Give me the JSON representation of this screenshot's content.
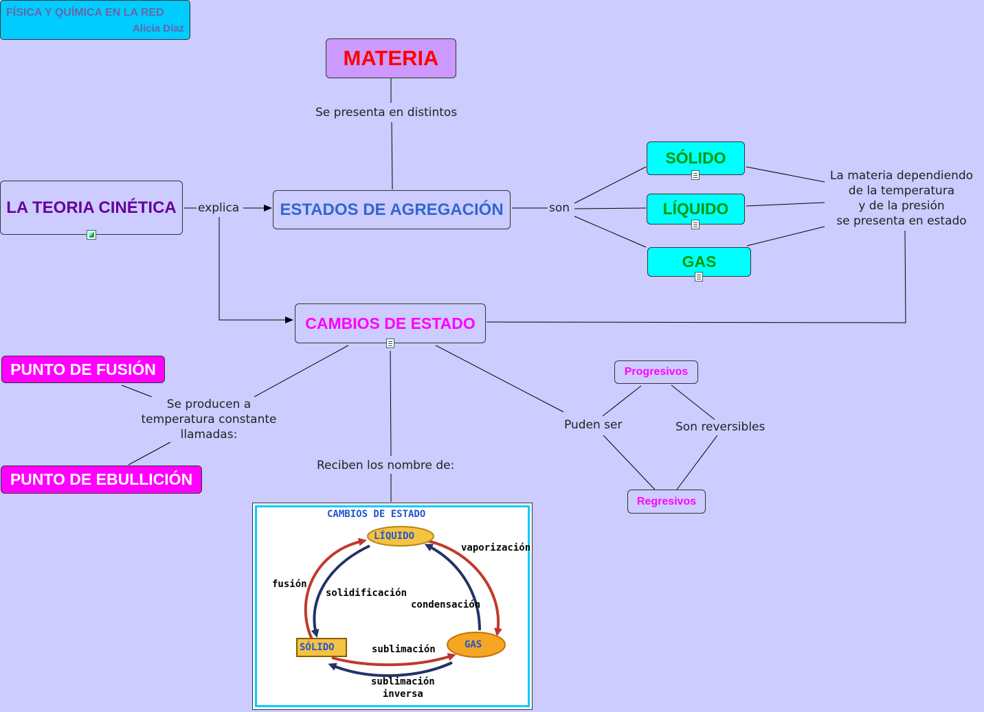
{
  "header": {
    "title": "FÍSICA Y QUÍMICA EN LA RED",
    "author": "Alicia Díaz"
  },
  "nodes": {
    "materia": "MATERIA",
    "estados": "ESTADOS DE AGREGACIÓN",
    "teoria": "LA TEORIA CINÉTICA",
    "solido": "SÓLIDO",
    "liquido": "LÍQUIDO",
    "gas": "GAS",
    "cambios": "CAMBIOS DE ESTADO",
    "fusion": "PUNTO DE FUSIÓN",
    "ebullicion": "PUNTO DE EBULLICIÓN",
    "progresivos": "Progresivos",
    "regresivos": "Regresivos"
  },
  "links": {
    "se_presenta": "Se presenta en distintos",
    "explica": "explica",
    "son": "son",
    "materia_dep": [
      "La materia dependiendo",
      "de la temperatura",
      "y de la presión",
      "se presenta en estado"
    ],
    "se_producen": [
      "Se producen a",
      "temperatura constante",
      "llamadas:"
    ],
    "reciben": "Reciben los nombre de:",
    "puden": "Puden ser",
    "reversibles": "Son reversibles"
  },
  "figure": {
    "title": "CAMBIOS DE ESTADO",
    "liquido": "LÍQUIDO",
    "solido": "SÓLIDO",
    "gas": "GAS",
    "vaporizacion": "vaporización",
    "fusion": "fusión",
    "solidificacion": "solidificación",
    "condensacion": "condensación",
    "sublimacion": "sublimación",
    "sublimacion_inversa": [
      "sublimación",
      "inversa"
    ]
  },
  "colors": {
    "background": "#ccccff",
    "cyan": "#00ffff",
    "magenta": "#ff00ff",
    "materia_fill": "#cc99ff",
    "materia_text": "#ff0000",
    "estados_text": "#3366cc",
    "teoria_text": "#660099",
    "states_text": "#009900",
    "cambios_text": "#ff00ff"
  }
}
